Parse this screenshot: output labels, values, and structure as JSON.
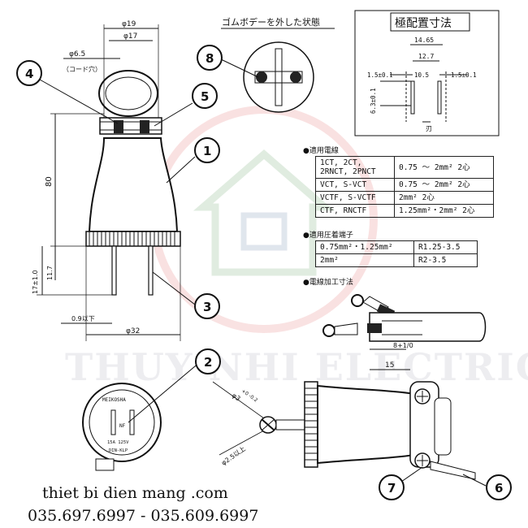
{
  "headings": {
    "rubber_removed": "ゴムボデーを外した状態",
    "pin_dimensions": "極配置寸法"
  },
  "callouts": [
    "1",
    "2",
    "3",
    "4",
    "5",
    "6",
    "7",
    "8"
  ],
  "dims": {
    "d19": "φ19",
    "d17": "φ17",
    "d65": "φ6.5",
    "cord_hole": "（コード穴）",
    "h80": "80",
    "h17": "17±1.0",
    "h117": "11.7",
    "h09": "0.9以下",
    "d32": "φ32",
    "w1465": "14.65",
    "w127": "12.7",
    "w105": "10.5",
    "s15a": "1.5±0.1",
    "s15b": "1.5±0.1",
    "v63": "6.3±0.1",
    "blade": "刃",
    "pin3": "φ3",
    "pin3tol": "+0 -0.2",
    "pin25": "φ2.5以上",
    "w15": "15",
    "w8": "8+1/0"
  },
  "sections": {
    "cables": "●適用電線",
    "terminals": "●適用圧着端子",
    "processing": "●電線加工寸法"
  },
  "cable_table": [
    [
      "1CT, 2CT, 2RNCT, 2PNCT",
      "0.75 ～ 2mm² 2心"
    ],
    [
      "VCT, S-VCT",
      "0.75 ～ 2mm² 2心"
    ],
    [
      "VCTF, S-VCTF",
      "2mm² 2心"
    ],
    [
      "CTF, RNCTF",
      "1.25mm²・2mm² 2心"
    ]
  ],
  "terminal_table": [
    [
      "0.75mm²・1.25mm²",
      "R1.25-3.5"
    ],
    [
      "2mm²",
      "R2-3.5"
    ]
  ],
  "face_marks": {
    "brand": "MEIKOSHA",
    "rating": "15A 125V",
    "type": "NF",
    "model": "DIN-KLP"
  },
  "watermark": "THUY NHI ELECTRIC",
  "footer": {
    "site": "thiet bi dien mang .com",
    "phones": "035.697.6997 - 035.609.6997"
  }
}
